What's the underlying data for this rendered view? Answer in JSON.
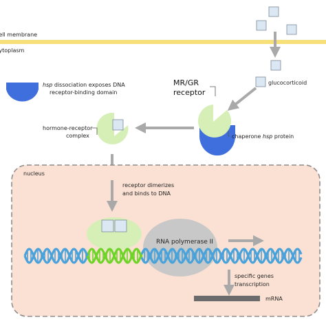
{
  "labels": {
    "membrane": "cell membrane",
    "cytoplasm": "cytoplasm",
    "glucocorticoid": "glucocorticoid",
    "receptor_line1": "MR/GR",
    "receptor_line2": "receptor",
    "chaperone_prefix": "chaperone ",
    "chaperone_hsp": "hsp",
    "chaperone_suffix": " protein",
    "hsp_dissoc_hsp": "hsp",
    "hsp_dissoc_rest": " dissociation exposes DNA",
    "hsp_dissoc_line2": "receptor-binding domain",
    "complex_line1": "hormone-receptor",
    "complex_line2": "complex",
    "nucleus": "nucleus",
    "dimerize_line1": "receptor dimerizes",
    "dimerize_line2": "and binds to DNA",
    "polymerase": "RNA polymerase II",
    "transcription_line1": "specific genes",
    "transcription_line2": "transcription",
    "mrna": "mRNA"
  },
  "colors": {
    "membrane": "#f7e07a",
    "receptor": "#d6efb6",
    "hsp": "#3f6fdc",
    "hormone_fill": "#dbe8f3",
    "hormone_stroke": "#7a8a9a",
    "arrow": "#a9a9a9",
    "nucleus_fill": "#fbe1d4",
    "nucleus_border": "#8c8c8c",
    "polymerase": "#c8c8c8",
    "dna_strand": "#49a2da",
    "dna_highlight": "#6fd428",
    "mrna": "#6b6b6b"
  }
}
